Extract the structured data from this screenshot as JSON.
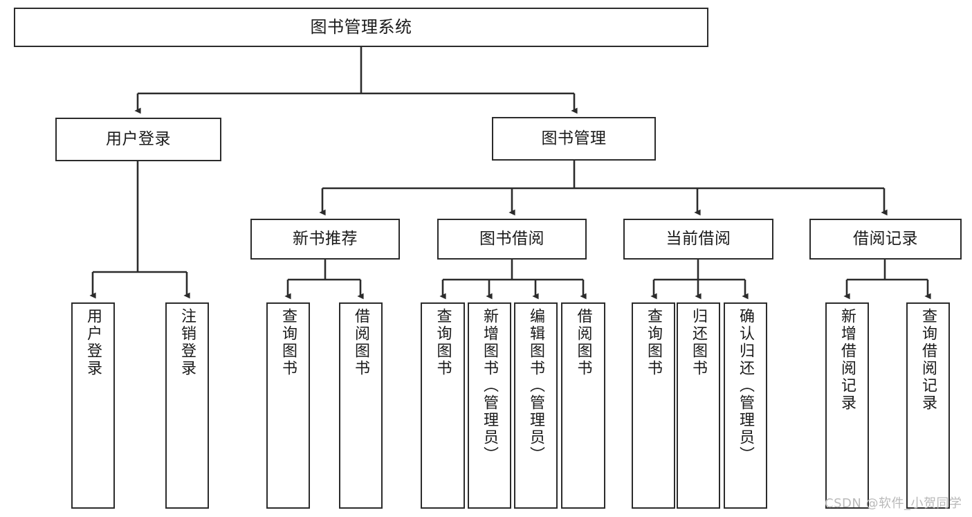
{
  "diagram": {
    "type": "tree",
    "title": "图书管理系统",
    "watermark": "CSDN @软件_小贺同学",
    "line_color": "#2b2b2b",
    "box_fill": "#ffffff",
    "text_color": "#1a1a1a",
    "watermark_color": "#b9b9b9"
  },
  "nodes": {
    "root": {
      "label": "图书管理系统"
    },
    "level2": [
      {
        "label": "用户登录"
      },
      {
        "label": "图书管理"
      }
    ],
    "level3": [
      {
        "label": "新书推荐"
      },
      {
        "label": "图书借阅"
      },
      {
        "label": "当前借阅"
      },
      {
        "label": "借阅记录"
      }
    ],
    "leaves": {
      "user_login": [
        {
          "label": "用户登录"
        },
        {
          "label": "注销登录"
        }
      ],
      "new_book": [
        {
          "label": "查询图书"
        },
        {
          "label": "借阅图书"
        }
      ],
      "book_borrow": [
        {
          "label": "查询图书"
        },
        {
          "label": "新增图书（管理员）"
        },
        {
          "label": "编辑图书（管理员）"
        },
        {
          "label": "借阅图书"
        }
      ],
      "current_borrow": [
        {
          "label": "查询图书"
        },
        {
          "label": "归还图书"
        },
        {
          "label": "确认归还（管理员）"
        }
      ],
      "borrow_record": [
        {
          "label": "新增借阅记录"
        },
        {
          "label": "查询借阅记录"
        }
      ]
    }
  }
}
